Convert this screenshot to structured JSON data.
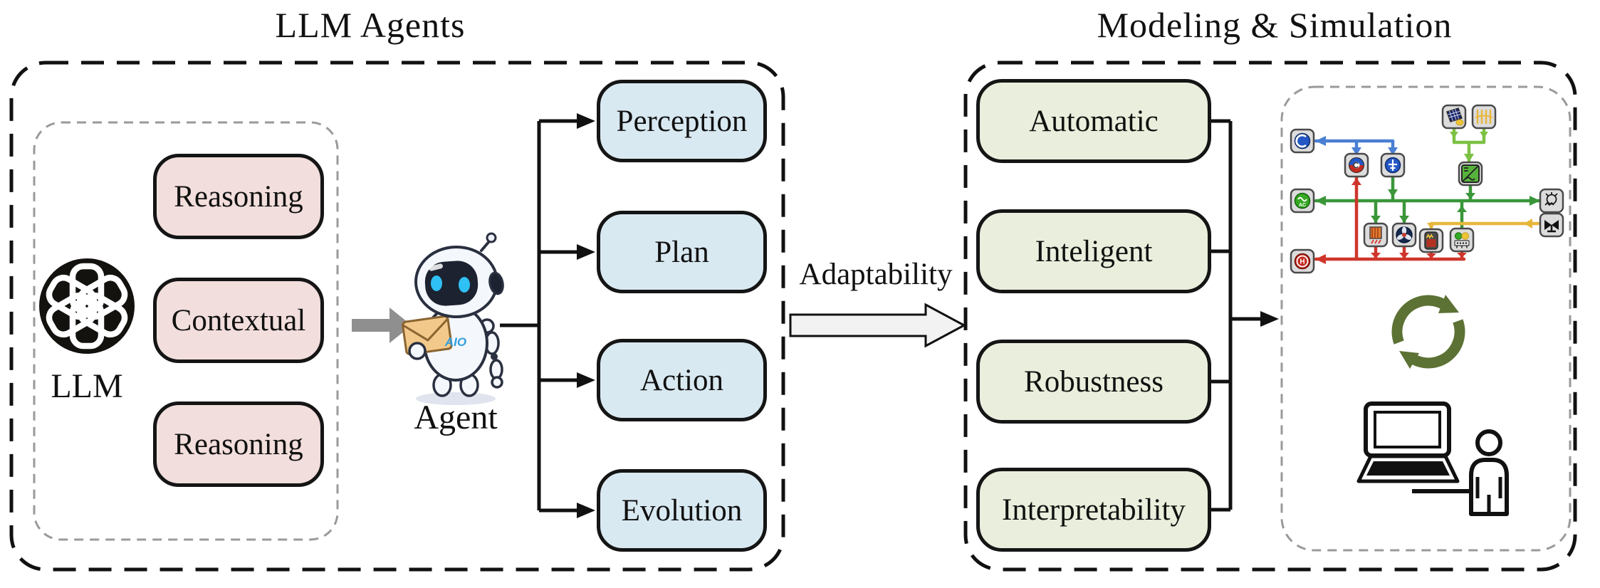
{
  "left_panel": {
    "title": "LLM Agents",
    "llm_label": "LLM",
    "capabilities": [
      {
        "label": "Reasoning"
      },
      {
        "label": "Contextual"
      },
      {
        "label": "Reasoning"
      }
    ],
    "agent_label": "Agent",
    "agent_chest_text": "AIO",
    "modules": [
      {
        "label": "Perception"
      },
      {
        "label": "Plan"
      },
      {
        "label": "Action"
      },
      {
        "label": "Evolution"
      }
    ]
  },
  "transition": {
    "label": "Adaptability"
  },
  "right_panel": {
    "title": "Modeling & Simulation",
    "properties": [
      {
        "label": "Automatic"
      },
      {
        "label": "Inteligent"
      },
      {
        "label": "Robustness"
      },
      {
        "label": "Interpretability"
      }
    ],
    "illustration_icons": [
      "chiller-icon",
      "heat-pump-icon",
      "grounding-icon",
      "solar-panel-icon",
      "pv-array-icon",
      "inverter-icon",
      "ac-grid-icon",
      "hydrogen-icon",
      "generator-icon",
      "valve-icon",
      "heat-exchanger-icon",
      "fan-icon",
      "storage-tank-icon",
      "chp-icon",
      "recycle-icon",
      "laptop-icon",
      "person-icon"
    ]
  },
  "colors": {
    "capability_fill": "#f2dedc",
    "module_fill": "#d9e9f1",
    "property_fill": "#e9efdc",
    "line_blue": "#4a7fd4",
    "line_green": "#3a9639",
    "line_light_green": "#7cc143",
    "line_yellow": "#e7b73c",
    "line_red": "#cf352b",
    "recycle_green": "#5c7134",
    "arrow_gray": "#8f8f8f"
  }
}
